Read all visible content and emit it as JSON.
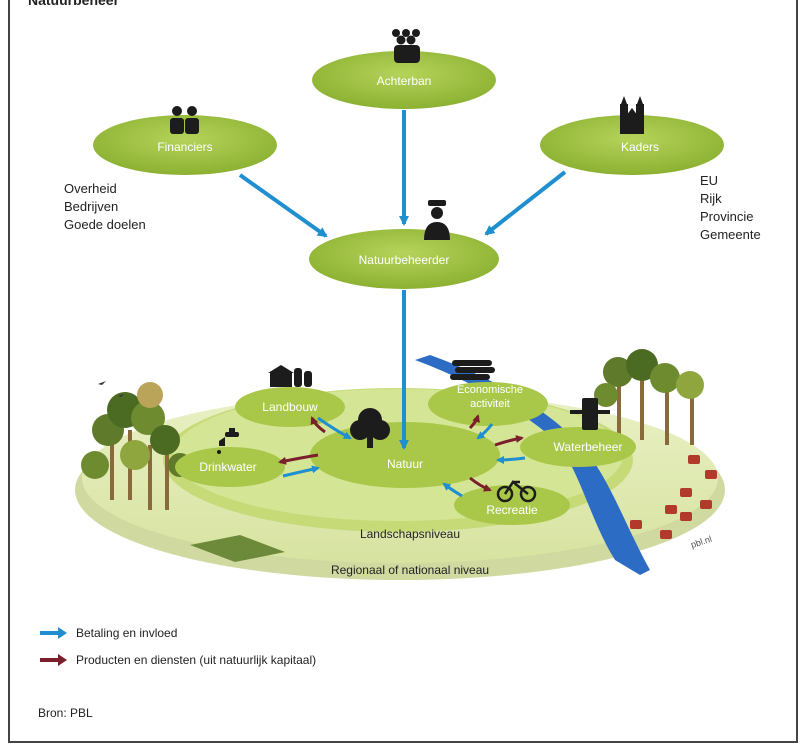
{
  "title": "Natuurbeheer",
  "actors": {
    "achterban": "Achterban",
    "financiers": "Financiers",
    "kaders": "Kaders",
    "natuurbeheerder": "Natuurbeheerder"
  },
  "financiers_list": [
    "Overheid",
    "Bedrijven",
    "Goede doelen"
  ],
  "kaders_list": [
    "EU",
    "Rijk",
    "Provincie",
    "Gemeente"
  ],
  "landscape": {
    "natuur": "Natuur",
    "landbouw": "Landbouw",
    "economische_1": "Economische",
    "economische_2": "activiteit",
    "drinkwater": "Drinkwater",
    "waterbeheer": "Waterbeheer",
    "recreatie": "Recreatie",
    "landschapsniveau": "Landschapsniveau",
    "regionaal": "Regionaal of nationaal niveau",
    "credit": "pbl.nl"
  },
  "legend": {
    "betaling": "Betaling en invloed",
    "producten": "Producten en diensten (uit natuurlijk kapitaal)"
  },
  "source": "Bron: PBL",
  "colors": {
    "ellipse_green": "#9bbf3a",
    "payment_arrow": "#1f8fd0",
    "product_arrow": "#7a1f2b"
  }
}
